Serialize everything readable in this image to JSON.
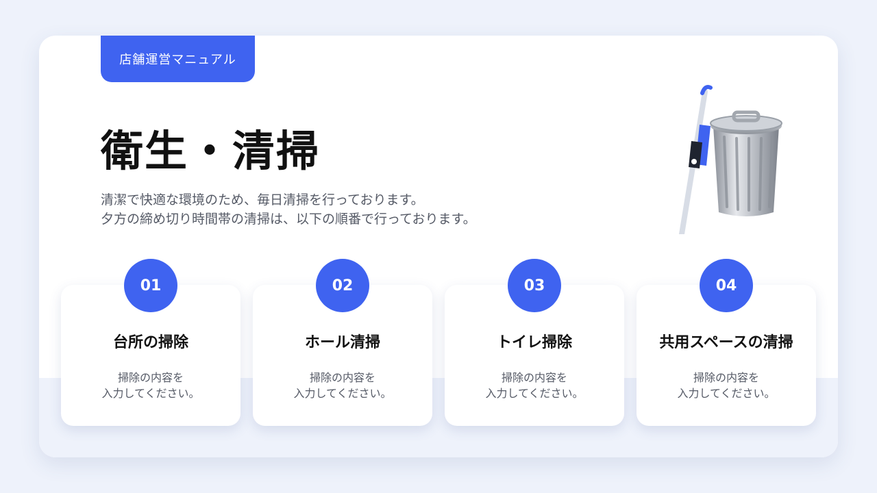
{
  "header": {
    "tag_label": "店舗運営マニュアル"
  },
  "main": {
    "title": "衛生・清掃",
    "description_line1": "清潔で快適な環境のため、毎日清掃を行っております。",
    "description_line2": "夕方の締め切り時間帯の清掃は、以下の順番で行っております。"
  },
  "illustration": {
    "icon": "mop-and-trash-can-icon"
  },
  "steps": [
    {
      "number": "01",
      "title": "台所の掃除",
      "body_line1": "掃除の内容を",
      "body_line2": "入力してください。"
    },
    {
      "number": "02",
      "title": "ホール清掃",
      "body_line1": "掃除の内容を",
      "body_line2": "入力してください。"
    },
    {
      "number": "03",
      "title": "トイレ掃除",
      "body_line1": "掃除の内容を",
      "body_line2": "入力してください。"
    },
    {
      "number": "04",
      "title": "共用スペースの清掃",
      "body_line1": "掃除の内容を",
      "body_line2": "入力してください。"
    }
  ],
  "colors": {
    "accent": "#3f63f0",
    "background": "#eef2fb",
    "text": "#111111",
    "muted_text": "#555a66"
  }
}
